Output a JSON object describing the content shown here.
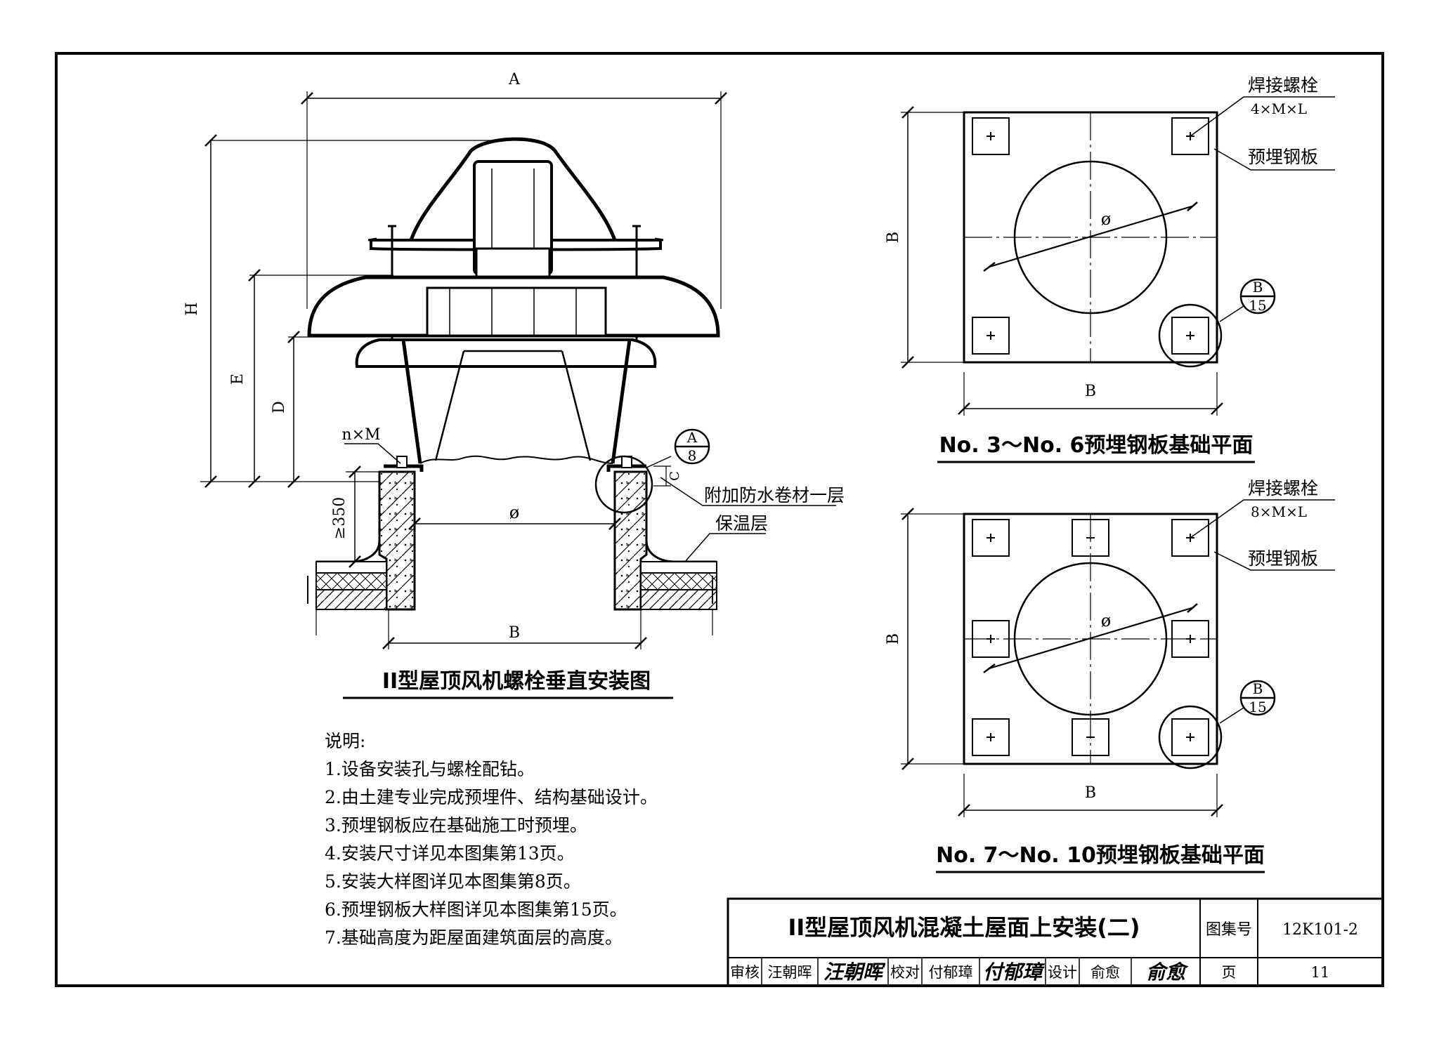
{
  "left_view": {
    "dims": {
      "A": "A",
      "H": "H",
      "E": "E",
      "D": "D",
      "C": "C",
      "min_height": "≥350",
      "phi": "ø",
      "B": "B"
    },
    "bolt_label": "n×M",
    "detail_ref": {
      "top": "A",
      "bottom": "8"
    },
    "labels": {
      "waterproof": "附加防水卷材一层",
      "insulation": "保温层"
    },
    "title": "II型屋顶风机螺栓垂直安装图"
  },
  "plan_top": {
    "bolt_title": "焊接螺栓",
    "bolt_spec": "4×M×L",
    "plate": "预埋钢板",
    "dim_side": "B",
    "dim_bottom": "B",
    "phi": "ø",
    "detail_ref": {
      "top": "B",
      "bottom": "15"
    },
    "title": "No. 3～No. 6预埋钢板基础平面"
  },
  "plan_bottom": {
    "bolt_title": "焊接螺栓",
    "bolt_spec": "8×M×L",
    "plate": "预埋钢板",
    "dim_side": "B",
    "dim_bottom": "B",
    "phi": "ø",
    "detail_ref": {
      "top": "B",
      "bottom": "15"
    },
    "title": "No. 7～No. 10预埋钢板基础平面"
  },
  "notes": {
    "heading": "说明:",
    "items": [
      "1.设备安装孔与螺栓配钻。",
      "2.由土建专业完成预埋件、结构基础设计。",
      "3.预埋钢板应在基础施工时预埋。",
      "4.安装尺寸详见本图集第13页。",
      "5.安装大样图详见本图集第8页。",
      "6.预埋钢板大样图详见本图集第15页。",
      "7.基础高度为距屋面建筑面层的高度。"
    ]
  },
  "title_block": {
    "title": "II型屋顶风机混凝土屋面上安装(二)",
    "atlas_label": "图集号",
    "atlas_no": "12K101-2",
    "review_label": "审核",
    "reviewer": "汪朝晖",
    "reviewer_sig": "汪朝晖",
    "check_label": "校对",
    "checker": "付郁璋",
    "checker_sig": "付郁璋",
    "design_label": "设计",
    "designer": "俞愈",
    "designer_sig": "俞愈",
    "page_label": "页",
    "page_no": "11"
  }
}
